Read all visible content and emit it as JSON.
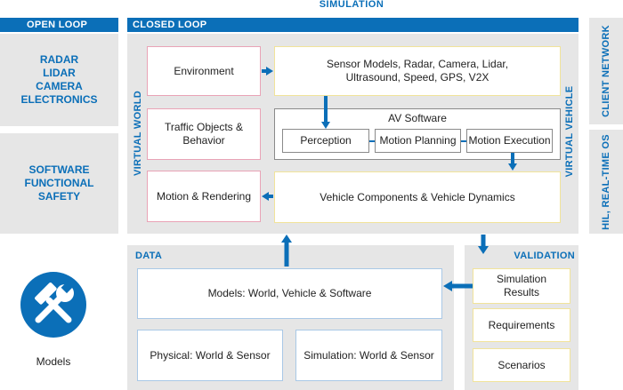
{
  "simulation_title": "SIMULATION",
  "open_loop": {
    "header": "OPEN LOOP",
    "box1": [
      "RADAR",
      "LIDAR",
      "CAMERA",
      "ELECTRONICS"
    ],
    "box2": [
      "SOFTWARE",
      "FUNCTIONAL",
      "SAFETY"
    ]
  },
  "closed_loop": {
    "header": "CLOSED LOOP",
    "virtual_world": "VIRTUAL WORLD",
    "virtual_vehicle": "VIRTUAL VEHICLE",
    "environment": "Environment",
    "traffic": [
      "Traffic Objects &",
      "Behavior"
    ],
    "motion_rendering": "Motion & Rendering",
    "sensor_models": [
      "Sensor Models, Radar, Camera, Lidar,",
      "Ultrasound, Speed, GPS, V2X"
    ],
    "av_software": "AV Software",
    "perception": "Perception",
    "motion_planning": "Motion Planning",
    "motion_execution": "Motion Execution",
    "vehicle_components": "Vehicle Components & Vehicle Dynamics"
  },
  "client_network": "CLIENT NETWORK",
  "hil_rtos": "HIL, REAL-TIME OS",
  "data": {
    "header": "DATA",
    "models": "Models: World, Vehicle & Software",
    "physical": "Physical: World & Sensor",
    "simulation": "Simulation: World & Sensor"
  },
  "validation": {
    "header": "VALIDATION",
    "sim_results": [
      "Simulation",
      "Results"
    ],
    "requirements": "Requirements",
    "scenarios": "Scenarios"
  },
  "models_icon_label": "Models",
  "colors": {
    "accent": "#0b6fb8",
    "panel": "#e6e6e6"
  },
  "icons": {
    "models": "hammer-wrench-icon"
  }
}
